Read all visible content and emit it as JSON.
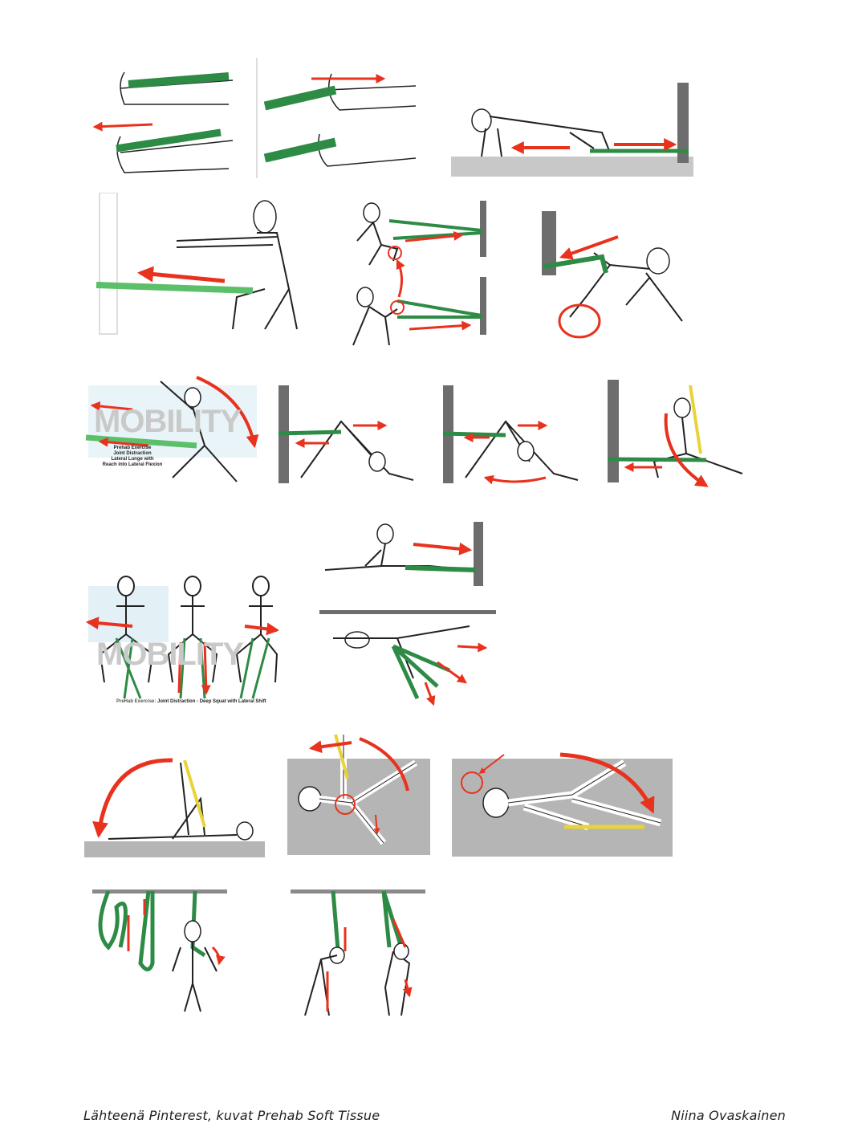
{
  "colors": {
    "band": "#2e8b46",
    "arrow": "#e8321e",
    "post": "#6d6d6d",
    "floor": "#b5b5b5",
    "yellow_band": "#e8d43a"
  },
  "figures": {
    "lateral_lunge": {
      "watermark": "MOBILITY",
      "caption": [
        "Prehab Exercise",
        "Joint Distraction",
        "Lateral Lunge with",
        "Reach into Lateral Flexion"
      ]
    },
    "deep_squat": {
      "watermark": "MOBILITY",
      "caption_prefix": "PreHab Exercise:",
      "caption_title": "Joint Distraction - Deep Squat with Lateral Shift"
    }
  },
  "footer": {
    "source": "Lähteenä Pinterest, kuvat Prehab Soft Tissue",
    "author": "Niina Ovaskainen"
  }
}
